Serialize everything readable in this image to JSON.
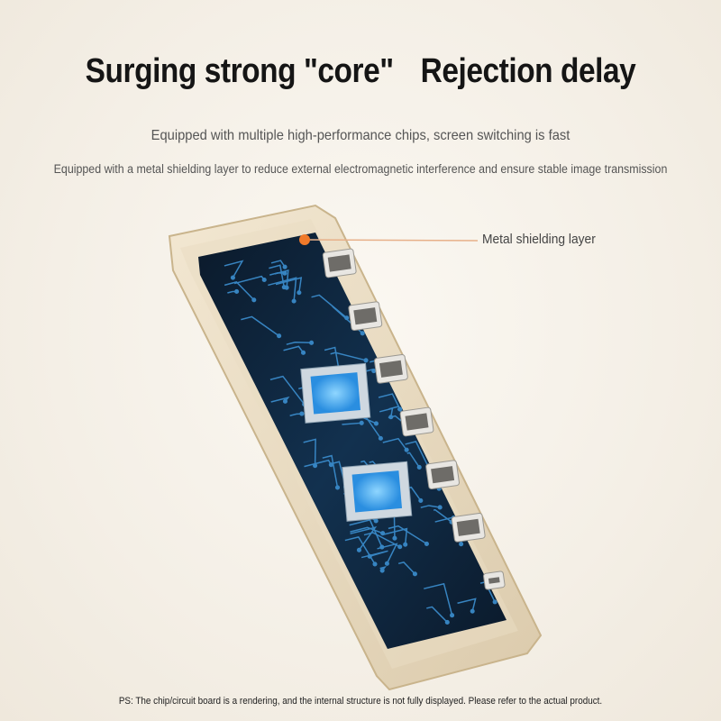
{
  "heading": {
    "left": "Surging strong \"core\"",
    "right": "Rejection delay"
  },
  "subtitle_1": "Equipped with multiple high-performance chips, screen switching is fast",
  "subtitle_2": "Equipped with a metal shielding layer to reduce external electromagnetic interference and ensure stable image transmission",
  "callout": {
    "label": "Metal shielding layer",
    "dot_color": "#f07a2a"
  },
  "product": {
    "hdmi_ports": 6,
    "usb_ports": 1,
    "chips": 2,
    "chip_color": "#3aa6f0",
    "board_color": "#0e1f33",
    "trace_color": "#3c8fd0"
  },
  "footer_note": "PS: The chip/circuit board is a rendering, and the internal structure is not fully displayed. Please refer to the actual product."
}
